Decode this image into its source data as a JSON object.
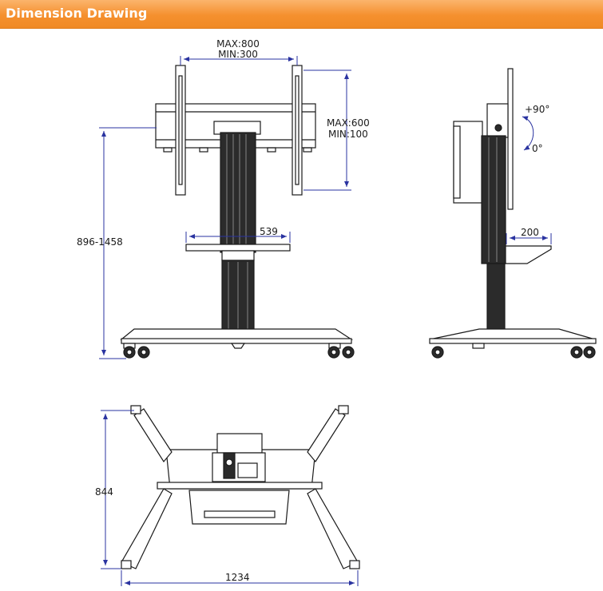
{
  "header": {
    "title": "Dimension Drawing"
  },
  "colors": {
    "header_orange": "#f5902e",
    "dimension_line": "#2a33a0",
    "line": "#1a1a1a"
  },
  "front_view": {
    "vesa_width_max": "MAX:800",
    "vesa_width_min": "MIN:300",
    "vesa_height_max": "MAX:600",
    "vesa_height_min": "MIN:100",
    "height_range": "896-1458",
    "shelf_width": "539"
  },
  "side_view": {
    "tilt_up": "+90°",
    "tilt_zero": "0°",
    "shelf_depth": "200"
  },
  "top_view": {
    "depth": "844",
    "width": "1234"
  }
}
